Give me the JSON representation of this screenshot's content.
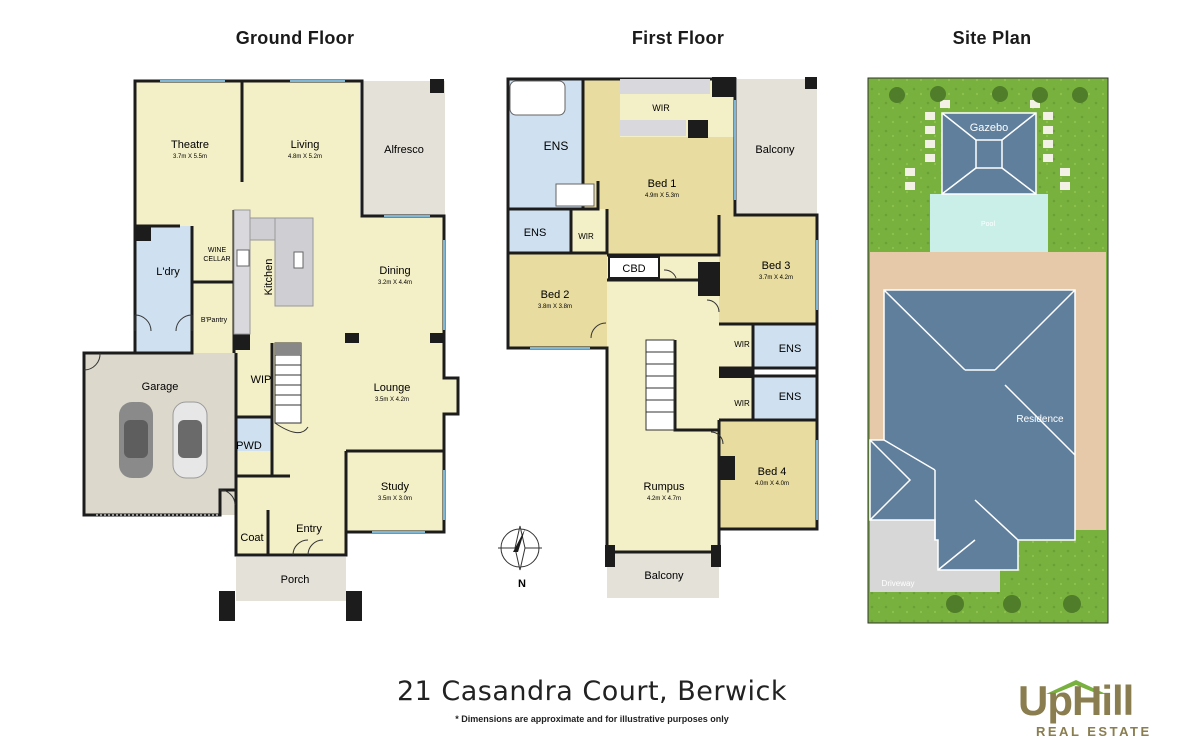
{
  "headings": {
    "ground": "Ground Floor",
    "first": "First Floor",
    "site": "Site Plan"
  },
  "ground_floor": {
    "theatre": {
      "name": "Theatre",
      "dims": "3.7m X 5.5m"
    },
    "living": {
      "name": "Living",
      "dims": "4.8m X 5.2m"
    },
    "alfresco": {
      "name": "Alfresco"
    },
    "laundry": {
      "name": "L'dry"
    },
    "wine_cellar": {
      "name": "WINE CELLAR"
    },
    "kitchen": {
      "name": "Kitchen"
    },
    "dining": {
      "name": "Dining",
      "dims": "3.2m X 4.4m"
    },
    "butlers_pantry": {
      "name": "B'Pantry"
    },
    "garage": {
      "name": "Garage"
    },
    "wip": {
      "name": "WIP"
    },
    "lounge": {
      "name": "Lounge",
      "dims": "3.5m X 4.2m"
    },
    "pwd": {
      "name": "PWD"
    },
    "study": {
      "name": "Study",
      "dims": "3.5m X 3.0m"
    },
    "coat": {
      "name": "Coat"
    },
    "entry": {
      "name": "Entry"
    },
    "porch": {
      "name": "Porch"
    }
  },
  "first_floor": {
    "wir_main": {
      "name": "WIR"
    },
    "ens_main": {
      "name": "ENS"
    },
    "bed1": {
      "name": "Bed 1",
      "dims": "4.9m X 5.3m"
    },
    "balcony_top": {
      "name": "Balcony"
    },
    "ens_small": {
      "name": "ENS"
    },
    "wir_small": {
      "name": "WIR"
    },
    "cbd": {
      "name": "CBD"
    },
    "bed3": {
      "name": "Bed 3",
      "dims": "3.7m X 4.2m"
    },
    "bed2": {
      "name": "Bed 2",
      "dims": "3.8m X 3.8m"
    },
    "wir_bed3": {
      "name": "WIR"
    },
    "ens_bed3": {
      "name": "ENS"
    },
    "wir_bed4": {
      "name": "WIR"
    },
    "ens_bed4": {
      "name": "ENS"
    },
    "bed4": {
      "name": "Bed 4",
      "dims": "4.0m X 4.0m"
    },
    "rumpus": {
      "name": "Rumpus",
      "dims": "4.2m X 4.7m"
    },
    "balcony_bottom": {
      "name": "Balcony"
    }
  },
  "site_plan": {
    "gazebo": "Gazebo",
    "pool": "Pool",
    "residence": "Residence",
    "driveway": "Driveway"
  },
  "compass": {
    "north": "N"
  },
  "footer": {
    "address": "21 Casandra Court, Berwick",
    "disclaimer": "* Dimensions are approximate and for illustrative purposes only"
  },
  "logo": {
    "main": "UpHill",
    "sub": "REAL ESTATE"
  },
  "colors": {
    "living_fill": "#f3efc6",
    "bed_fill": "#e9dca0",
    "wet_fill": "#cfe0f0",
    "outdoor_fill": "#e4e1d8",
    "garage_fill": "#dcd9cc",
    "wall": "#1c1c1c",
    "grass": "#79b13f",
    "roof": "#5f7f9c",
    "paving": "#e6c9a8",
    "brand": "#8a7d4f"
  }
}
